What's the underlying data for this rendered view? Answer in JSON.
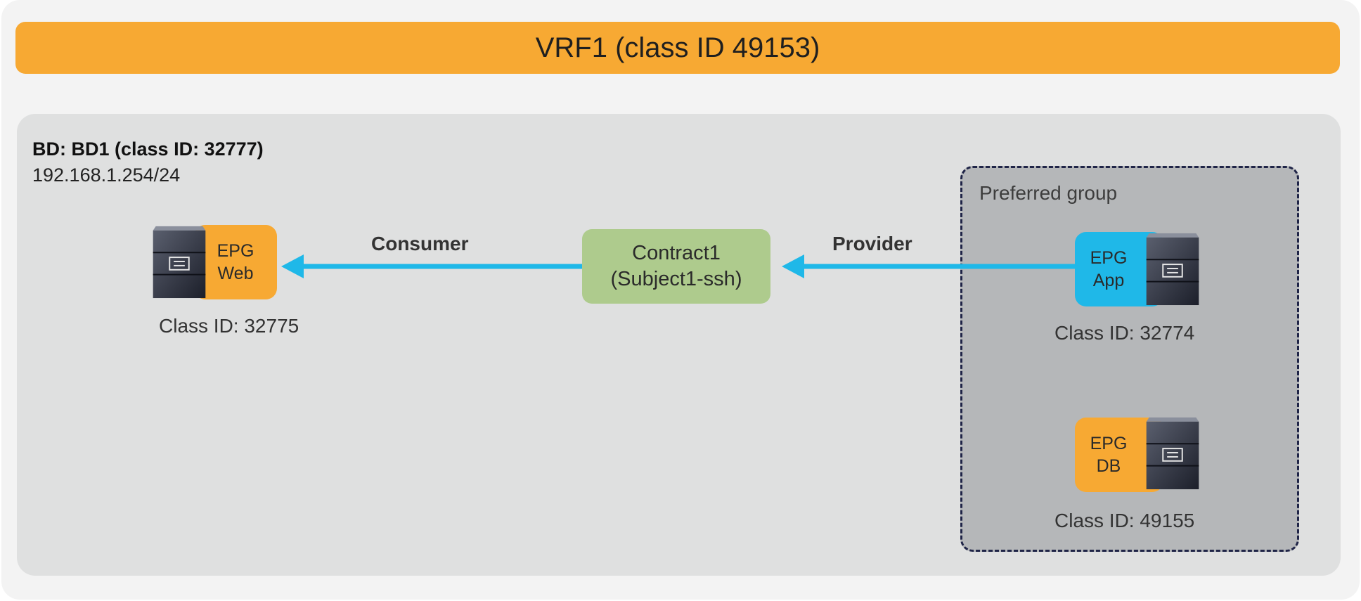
{
  "vrf": {
    "title": "VRF1 (class ID 49153)"
  },
  "bridge_domain": {
    "title": "BD: BD1 (class ID: 32777)",
    "subnet": "192.168.1.254/24"
  },
  "preferred_group": {
    "label": "Preferred group"
  },
  "epgs": {
    "web": {
      "line1": "EPG",
      "line2": "Web",
      "class_id": "Class ID: 32775",
      "color": "#f7a933"
    },
    "app": {
      "line1": "EPG",
      "line2": "App",
      "class_id": "Class ID: 32774",
      "color": "#1fb8e8"
    },
    "db": {
      "line1": "EPG",
      "line2": "DB",
      "class_id": "Class ID: 49155",
      "color": "#f7a933"
    }
  },
  "contract": {
    "name": "Contract1",
    "subject": "(Subject1-ssh)"
  },
  "edges": {
    "consumer": "Consumer",
    "provider": "Provider",
    "color": "#1fb8e8"
  },
  "icons": {
    "server": "server-icon"
  }
}
